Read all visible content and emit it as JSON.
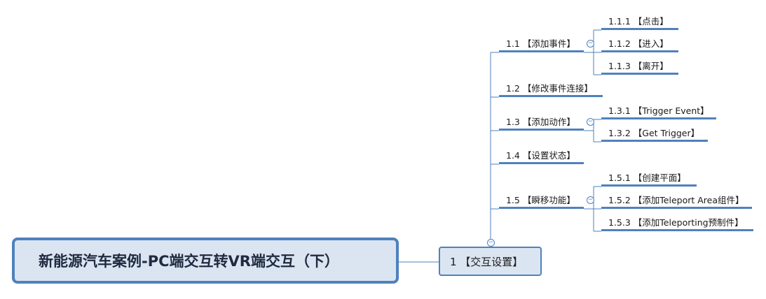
{
  "root": {
    "label": "新能源汽车案例-PC端交互转VR端交互（下）"
  },
  "main_topic": {
    "label": "1 【交互设置】"
  },
  "branches": [
    {
      "label": "1.1 【添加事件】",
      "children": [
        {
          "label": "1.1.1 【点击】"
        },
        {
          "label": "1.1.2 【进入】"
        },
        {
          "label": "1.1.3 【离开】"
        }
      ]
    },
    {
      "label": "1.2 【修改事件连接】",
      "children": []
    },
    {
      "label": "1.3 【添加动作】",
      "children": [
        {
          "label": "1.3.1 【Trigger Event】"
        },
        {
          "label": "1.3.2 【Get Trigger】"
        }
      ]
    },
    {
      "label": "1.4 【设置状态】",
      "children": []
    },
    {
      "label": "1.5 【瞬移功能】",
      "children": [
        {
          "label": "1.5.1 【创建平面】"
        },
        {
          "label": "1.5.2 【添加Teleport Area组件】"
        },
        {
          "label": "1.5.3 【添加Teleporting预制件】"
        }
      ]
    }
  ],
  "colors": {
    "accent": "#4f81bd",
    "fill": "#dbe5f1"
  },
  "icons": {
    "collapse": "collapse-minus-icon"
  }
}
